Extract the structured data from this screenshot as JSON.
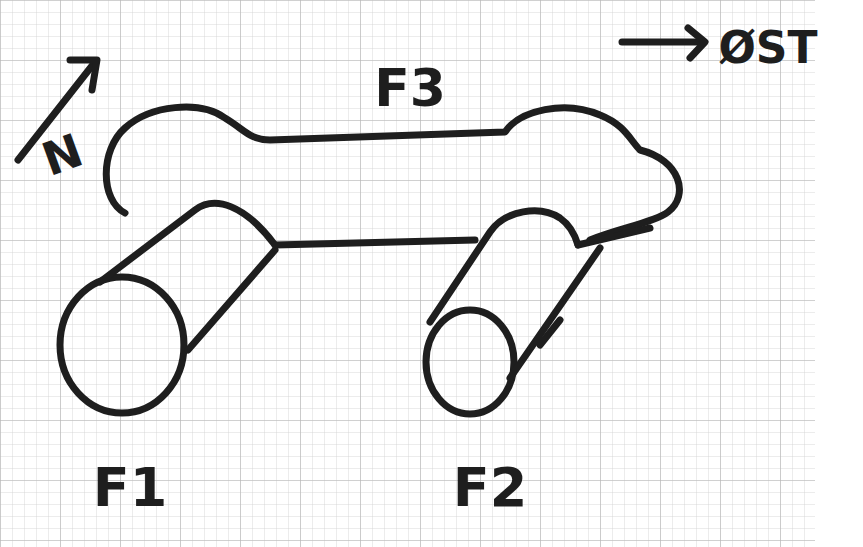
{
  "diagram": {
    "labels": [
      "F3",
      "F1",
      "F2",
      "N",
      "ØST"
    ]
  }
}
